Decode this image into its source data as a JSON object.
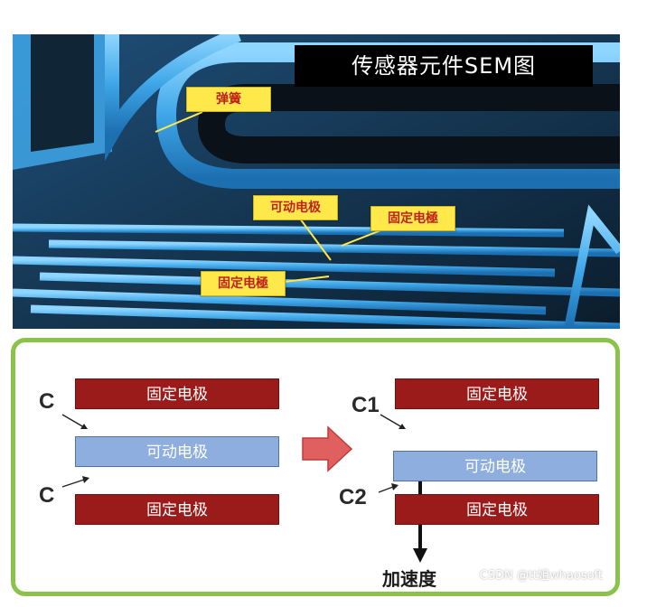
{
  "sem": {
    "title": "传感器元件SEM图",
    "labels": {
      "spring": "弹簧",
      "movable_electrode": "可动电极",
      "fixed_electrode_right": "固定电極",
      "fixed_electrode_bottom": "固定电極"
    }
  },
  "diagram": {
    "left": {
      "top_plate": "固定电极",
      "middle_plate": "可动电极",
      "bottom_plate": "固定电极",
      "cap_top": "C",
      "cap_bottom": "C"
    },
    "right": {
      "top_plate": "固定电极",
      "middle_plate": "可动电极",
      "bottom_plate": "固定电极",
      "cap_top": "C1",
      "cap_bottom": "C2",
      "acceleration": "加速度"
    },
    "colors": {
      "fixed_plate": "#9b1b1b",
      "movable_plate": "#8eaee0",
      "arrow": "#e06060",
      "frame": "#8bc34a"
    }
  },
  "watermark": "CSDN @tt姐whaosoft"
}
